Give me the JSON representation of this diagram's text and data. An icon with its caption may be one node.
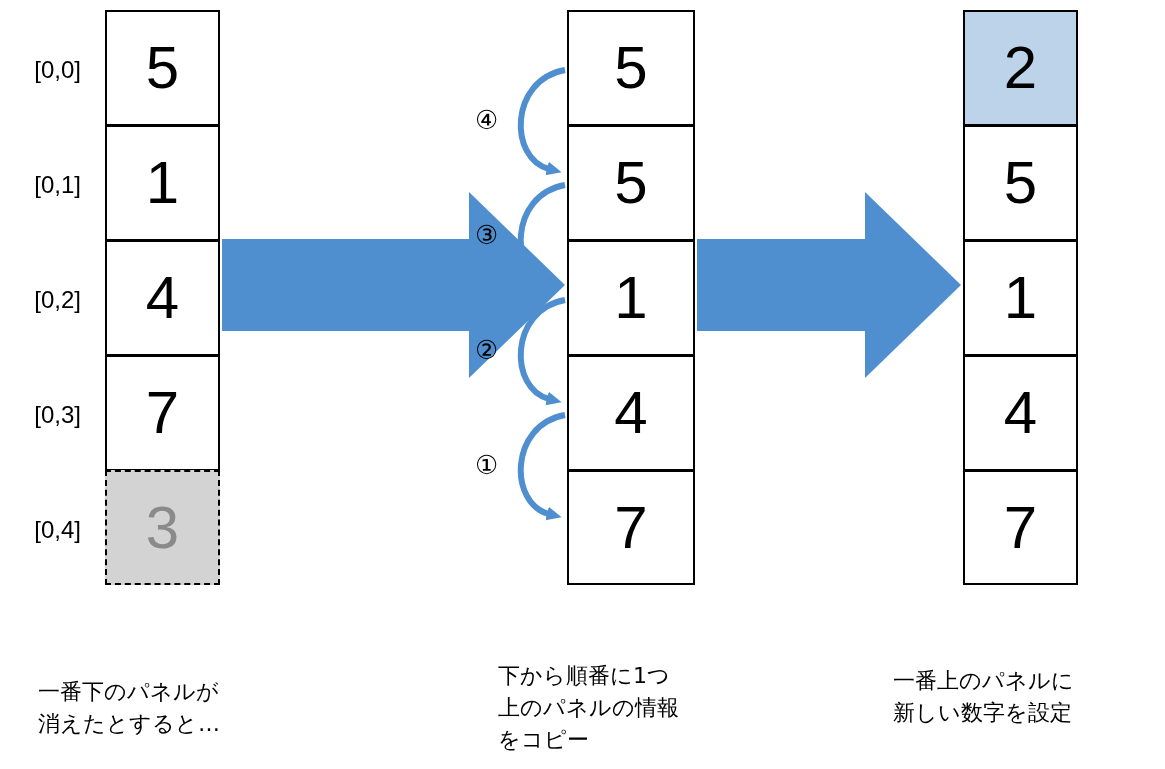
{
  "diagram": {
    "nodes": [
      {
        "text": [
          "5"
        ],
        "beside": [
          "[0,0]"
        ]
      },
      {
        "text": [
          "1"
        ],
        "beside": [
          "[0,1]"
        ]
      },
      {
        "text": [
          "4"
        ],
        "beside": [
          "[0,2]"
        ]
      },
      {
        "text": [
          "7"
        ],
        "beside": [
          "[0,3]"
        ]
      },
      {
        "text": [
          "3"
        ],
        "beside": [
          "[0,4]"
        ]
      },
      {
        "text": [
          "5"
        ]
      },
      {
        "text": [
          "5"
        ]
      },
      {
        "text": [
          "1"
        ]
      },
      {
        "text": [
          "4"
        ]
      },
      {
        "text": [
          "7"
        ]
      },
      {
        "text": [
          "2"
        ]
      },
      {
        "text": [
          "5"
        ]
      },
      {
        "text": [
          "1"
        ]
      },
      {
        "text": [
          "4"
        ]
      },
      {
        "text": [
          "7"
        ]
      }
    ],
    "edges": [
      {
        "from": 2,
        "to": 7,
        "arrow": "to",
        "style": "thick"
      },
      {
        "from": 7,
        "to": 12,
        "arrow": "to",
        "style": "thick"
      },
      {
        "from": 5,
        "to": 6,
        "arrow": "to",
        "label": "④"
      },
      {
        "from": 6,
        "to": 7,
        "arrow": "to",
        "label": "③"
      },
      {
        "from": 7,
        "to": 8,
        "arrow": "to",
        "label": "②"
      },
      {
        "from": 8,
        "to": 9,
        "arrow": "to",
        "label": "①"
      }
    ],
    "labels": [
      "一番下のパネルが消えたとすると…",
      "下から順番に1つ上のパネルの情報をコピー",
      "一番上のパネルに新しい数字を設定"
    ]
  }
}
